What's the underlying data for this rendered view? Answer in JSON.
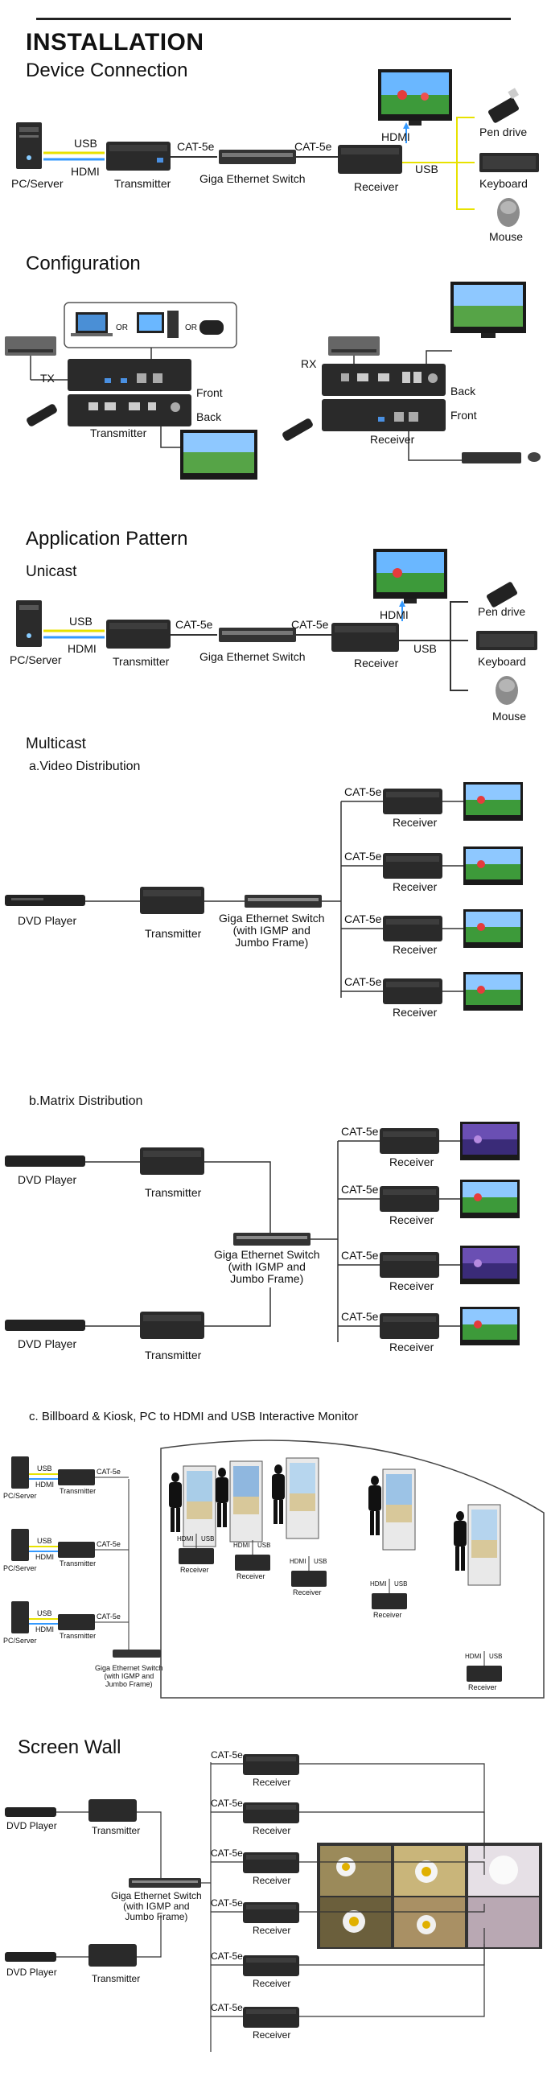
{
  "title": "INSTALLATION",
  "sections": {
    "device_connection": {
      "heading": "Device Connection",
      "pc": "PC/Server",
      "usb": "USB",
      "hdmi": "HDMI",
      "transmitter": "Transmitter",
      "cat1": "CAT-5e",
      "switch": "Giga Ethernet Switch",
      "cat2": "CAT-5e",
      "receiver": "Receiver",
      "hdmi_out": "HDMI",
      "usb_out": "USB",
      "pen_drive": "Pen drive",
      "keyboard": "Keyboard",
      "mouse": "Mouse"
    },
    "configuration": {
      "heading": "Configuration",
      "or1": "OR",
      "or2": "OR",
      "tx": "TX",
      "tx_front": "Front",
      "tx_back": "Back",
      "transmitter": "Transmitter",
      "rx": "RX",
      "rx_back": "Back",
      "rx_front": "Front",
      "receiver": "Receiver"
    },
    "application_pattern": {
      "heading": "Application Pattern",
      "unicast": {
        "heading": "Unicast",
        "pc": "PC/Server",
        "usb": "USB",
        "hdmi": "HDMI",
        "transmitter": "Transmitter",
        "cat1": "CAT-5e",
        "switch": "Giga Ethernet Switch",
        "cat2": "CAT-5e",
        "receiver": "Receiver",
        "hdmi_out": "HDMI",
        "usb_out": "USB",
        "pen_drive": "Pen drive",
        "keyboard": "Keyboard",
        "mouse": "Mouse"
      },
      "multicast": {
        "heading": "Multicast",
        "video_distribution": {
          "heading": "a.Video Distribution",
          "dvd": "DVD Player",
          "transmitter": "Transmitter",
          "switch_lines": [
            "Giga Ethernet Switch",
            "(with IGMP and",
            "Jumbo Frame)"
          ],
          "cat": "CAT-5e",
          "receiver": "Receiver"
        },
        "matrix_distribution": {
          "heading": "b.Matrix Distribution",
          "dvd": "DVD Player",
          "transmitter": "Transmitter",
          "switch_lines": [
            "Giga Ethernet Switch",
            "(with IGMP and",
            "Jumbo Frame)"
          ],
          "cat": "CAT-5e",
          "receiver": "Receiver"
        },
        "billboard": {
          "heading": "c. Billboard & Kiosk, PC to HDMI and USB Interactive Monitor",
          "pc": "PC/Server",
          "usb": "USB",
          "hdmi": "HDMI",
          "transmitter": "Transmitter",
          "cat": "CAT-5e",
          "receiver": "Receiver",
          "switch_lines": [
            "Giga Ethernet Switch",
            "(with IGMP and",
            "Jumbo Frame)"
          ]
        }
      }
    },
    "screen_wall": {
      "heading": "Screen Wall",
      "dvd": "DVD Player",
      "transmitter": "Transmitter",
      "switch_lines": [
        "Giga Ethernet Switch",
        "(with IGMP and",
        "Jumbo Frame)"
      ],
      "cat": "CAT-5e",
      "receiver": "Receiver"
    }
  }
}
